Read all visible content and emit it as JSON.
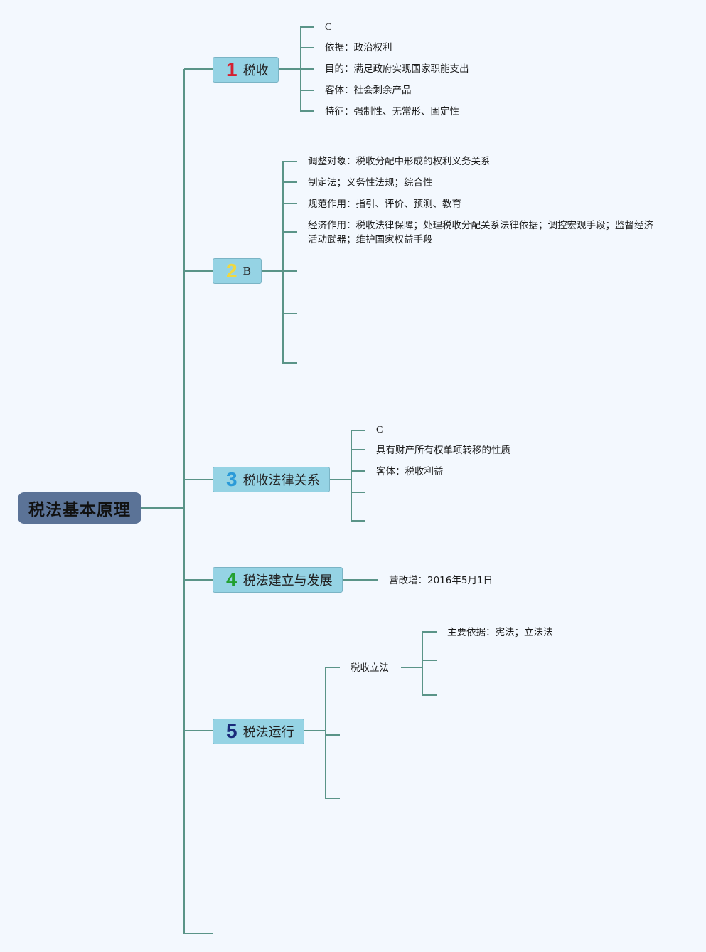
{
  "root": {
    "label": "税法基本原理"
  },
  "colors": {
    "connector": "#5a9488",
    "topic_bg": "#95d3e4",
    "root_bg": "#5b7397",
    "num1": "#d42030",
    "num2": "#f0d840",
    "num3": "#2a9ad8",
    "num4": "#22a030",
    "num5": "#1a2a7a"
  },
  "topics": [
    {
      "num": "1",
      "label": "税收",
      "children": [
        "C",
        "依据：政治权利",
        "目的：满足政府实现国家职能支出",
        "客体：社会剩余产品",
        "特征：强制性、无常形、固定性"
      ]
    },
    {
      "num": "2",
      "label": "B",
      "children": [
        "调整对象：税收分配中形成的权利义务关系",
        "制定法；义务性法规；综合性",
        "规范作用：指引、评价、预测、教育",
        "经济作用：税收法律保障；处理税收分配关系法律依据；调控宏观手段；监督经济活动武器；维护国家权益手段",
        "",
        ""
      ]
    },
    {
      "num": "3",
      "label": "税收法律关系",
      "children": [
        "C",
        "具有财产所有权单项转移的性质",
        "客体：税收利益",
        "",
        ""
      ]
    },
    {
      "num": "4",
      "label": "税法建立与发展",
      "children": [
        "营改增：2016年5月1日"
      ]
    },
    {
      "num": "5",
      "label": "税法运行",
      "children": [
        {
          "label": "税收立法",
          "children": [
            "主要依据：宪法；立法法",
            "",
            ""
          ]
        },
        {
          "label": ""
        },
        {
          "label": ""
        }
      ]
    }
  ]
}
